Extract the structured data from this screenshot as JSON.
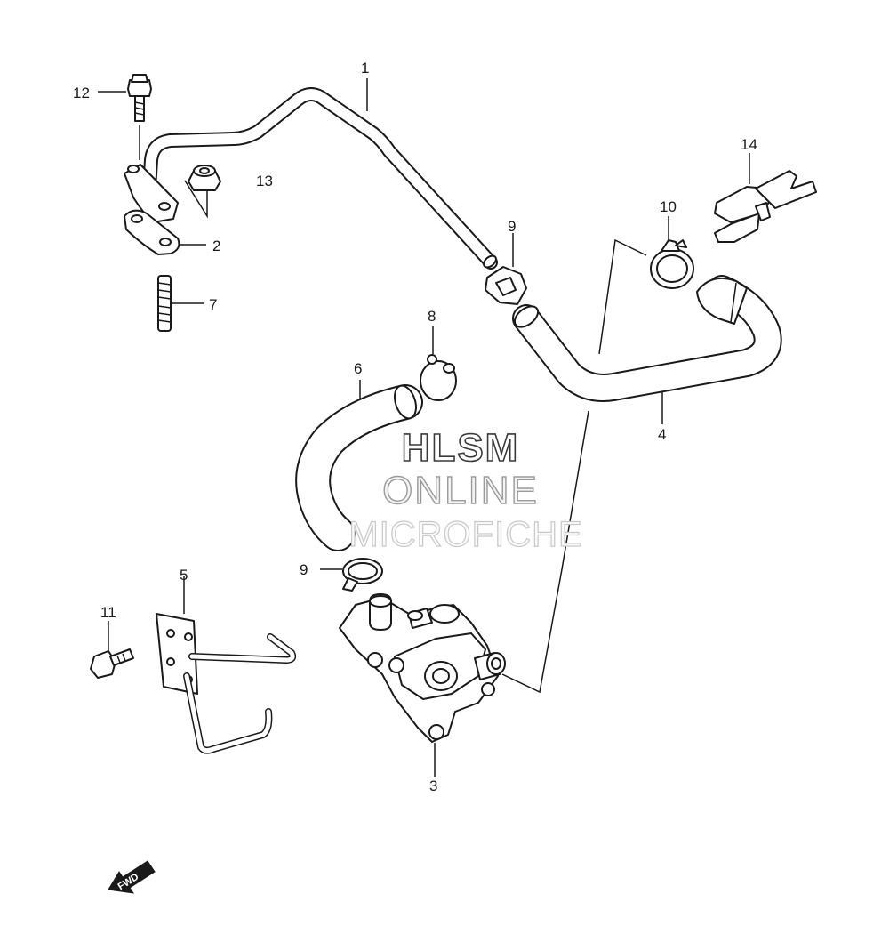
{
  "callouts": {
    "c1": "1",
    "c2": "2",
    "c3": "3",
    "c4": "4",
    "c5": "5",
    "c6": "6",
    "c7": "7",
    "c8": "8",
    "c9a": "9",
    "c9b": "9",
    "c10": "10",
    "c11": "11",
    "c12": "12",
    "c13": "13",
    "c14": "14"
  },
  "watermark": {
    "line1": "HLSM",
    "line2": "ONLINE",
    "line3": "MICROFICHE"
  },
  "direction_badge": "FWD"
}
